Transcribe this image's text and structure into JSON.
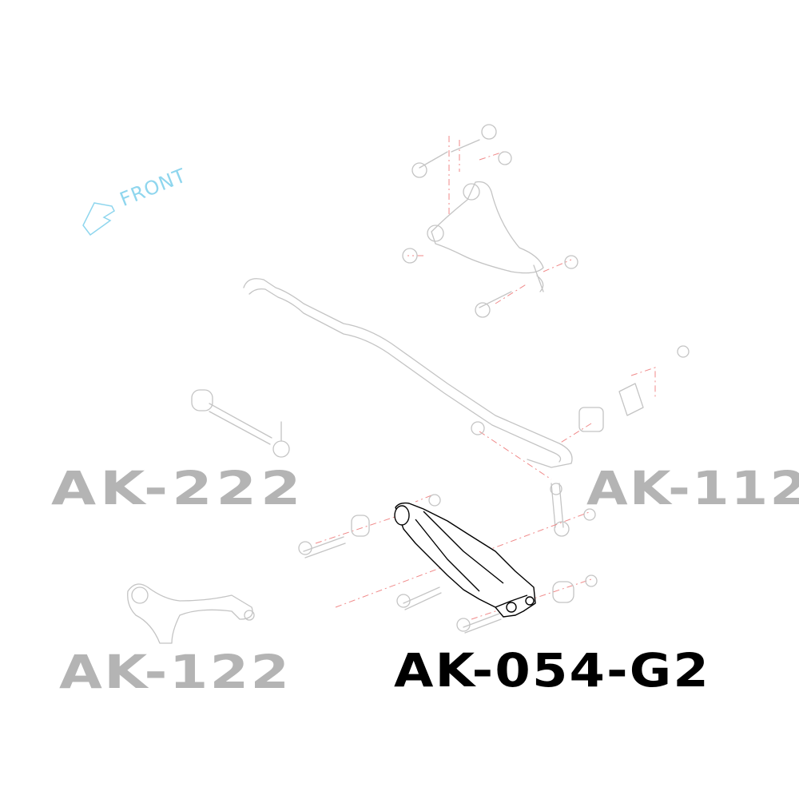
{
  "direction_indicator": {
    "label": "FRONT",
    "icon": "arrow-left-icon",
    "color": "#8fd6ee"
  },
  "part_labels": [
    {
      "id": "AK-222",
      "text": "AK-222",
      "color": "#b4b4b4"
    },
    {
      "id": "AK-112",
      "text": "AK-112",
      "color": "#b4b4b4"
    },
    {
      "id": "AK-122",
      "text": "AK-122",
      "color": "#b4b4b4"
    },
    {
      "id": "AK-054-G2",
      "text": "AK-054-G2",
      "color": "#000000",
      "highlighted": true
    }
  ],
  "colors": {
    "part_lines": "#c4c4c4",
    "highlight_part": "#000000",
    "assembly_axis": "#f08a8a"
  }
}
